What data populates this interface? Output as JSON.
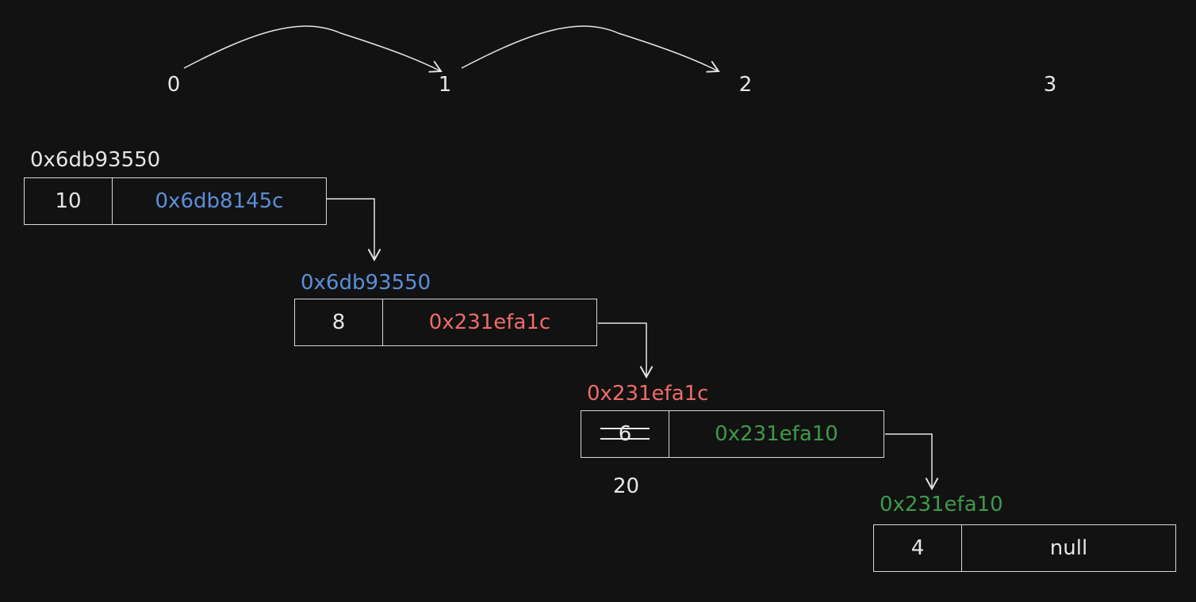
{
  "colors": {
    "background": "#121212",
    "default": "#e6e6e6",
    "blue": "#5b8fd8",
    "red": "#f06b6b",
    "green": "#3f9a4a"
  },
  "indices": [
    "0",
    "1",
    "2",
    "3"
  ],
  "nodes": [
    {
      "address": "0x6db93550",
      "address_color": "default",
      "value": "10",
      "next": "0x6db8145c",
      "next_color": "blue"
    },
    {
      "address": "0x6db93550",
      "address_color": "blue",
      "value": "8",
      "next": "0x231efa1c",
      "next_color": "red"
    },
    {
      "address": "0x231efa1c",
      "address_color": "red",
      "value": "6",
      "value_struck": true,
      "next": "0x231efa10",
      "next_color": "green",
      "replacement_value": "20"
    },
    {
      "address": "0x231efa10",
      "address_color": "green",
      "value": "4",
      "next": "null",
      "next_color": "default"
    }
  ]
}
